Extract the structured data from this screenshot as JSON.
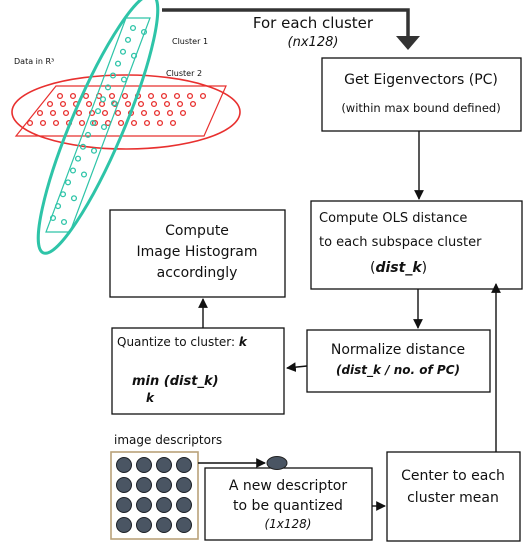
{
  "scatter": {
    "data_label": "Data in R³",
    "cluster1_label": "Cluster 1",
    "cluster2_label": "Cluster 2"
  },
  "top_arrow": {
    "line1": "For each cluster",
    "line2": "(nx128)"
  },
  "boxes": {
    "eigen": {
      "line1": "Get Eigenvectors (PC)",
      "line2": "(within max bound defined)"
    },
    "ols": {
      "line1": "Compute OLS distance",
      "line2": "to each subspace cluster",
      "line3_pre": "(",
      "line3_var": "dist_k",
      "line3_post": ")"
    },
    "histogram": {
      "line1": "Compute",
      "line2": "Image Histogram",
      "line3": "accordingly"
    },
    "normalize": {
      "line1": "Normalize distance",
      "line2": "(dist_k / no. of PC)"
    },
    "quantize": {
      "line1_pre": "Quantize to cluster: ",
      "line1_var": "k",
      "line2": "min (dist_k)",
      "line3": "k"
    },
    "descriptor": {
      "line1": "A new descriptor",
      "line2": "to be quantized",
      "line3": "(1x128)"
    },
    "center": {
      "line1": "Center to each",
      "line2": "cluster mean"
    }
  },
  "descriptors": {
    "label": "image descriptors"
  },
  "colors": {
    "cluster1": "#2ec4a8",
    "cluster2": "#e8302f",
    "grid_border": "#b9a27a",
    "descriptor_dot": "#4a5563"
  }
}
